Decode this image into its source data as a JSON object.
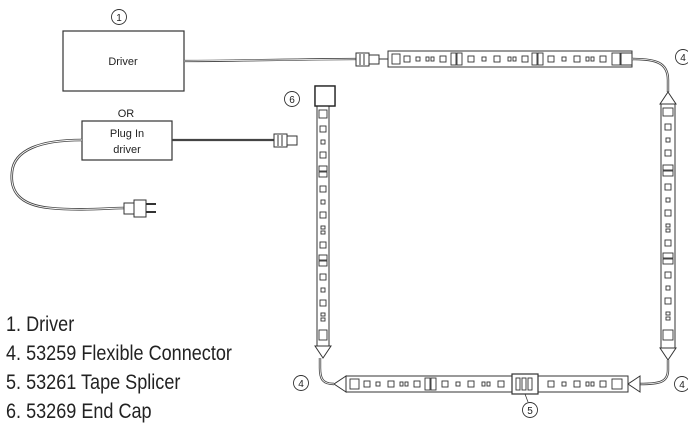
{
  "labels": {
    "driver": "Driver",
    "or": "OR",
    "plug_in_line1": "Plug In",
    "plug_in_line2": "driver"
  },
  "callouts": {
    "driver": "1",
    "end_cap": "6",
    "connector_top_right": "4",
    "connector_bottom_left": "4",
    "connector_bottom_right": "4",
    "splicer": "5"
  },
  "legend": [
    "1. Driver",
    "4. 53259 Flexible Connector",
    "5. 53261 Tape Splicer",
    "6. 53269 End Cap"
  ]
}
